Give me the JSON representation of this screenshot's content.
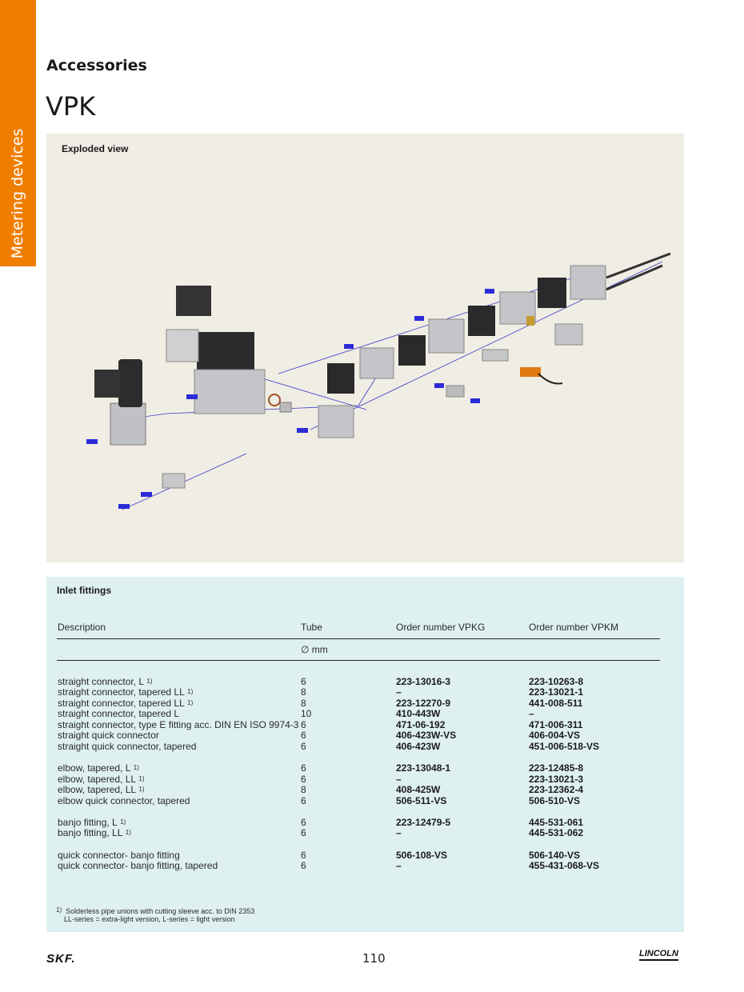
{
  "side_tab": {
    "label": "Metering devices"
  },
  "section": "Accessories",
  "title": "VPK",
  "exploded": {
    "label": "Exploded view"
  },
  "inlet": {
    "label": "Inlet fittings",
    "headers": {
      "description": "Description",
      "tube": "Tube",
      "vpkg": "Order number VPKG",
      "vpkm": "Order number VPKM"
    },
    "tube_unit": "∅ mm",
    "rows": [
      {
        "desc": "straight connector, L",
        "sup": "1)",
        "tube": "6",
        "vpkg": "223-13016-3",
        "vpkm": "223-10263-8"
      },
      {
        "desc": "straight connector, tapered LL",
        "sup": "1)",
        "tube": "8",
        "vpkg": "–",
        "vpkm": "223-13021-1"
      },
      {
        "desc": "straight connector, tapered LL",
        "sup": "1)",
        "tube": "8",
        "vpkg": "223-12270-9",
        "vpkm": "441-008-511"
      },
      {
        "desc": "straight connector, tapered L",
        "sup": "",
        "tube": "10",
        "vpkg": "410-443W",
        "vpkm": "–"
      },
      {
        "desc": "straight connector, type E fitting acc. DIN EN ISO 9974-3",
        "sup": "",
        "tube": "6",
        "vpkg": "471-06-192",
        "vpkm": "471-006-311"
      },
      {
        "desc": "straight quick connector",
        "sup": "",
        "tube": "6",
        "vpkg": "406-423W-VS",
        "vpkm": "406-004-VS"
      },
      {
        "desc": "straight quick connector, tapered",
        "sup": "",
        "tube": "6",
        "vpkg": "406-423W",
        "vpkm": "451-006-518-VS"
      },
      {
        "desc": "elbow, tapered, L",
        "sup": "1)",
        "tube": "6",
        "vpkg": "223-13048-1",
        "vpkm": "223-12485-8"
      },
      {
        "desc": "elbow, tapered, LL",
        "sup": "1)",
        "tube": "6",
        "vpkg": "–",
        "vpkm": "223-13021-3"
      },
      {
        "desc": "elbow, tapered, LL",
        "sup": "1)",
        "tube": "8",
        "vpkg": "408-425W",
        "vpkm": "223-12362-4"
      },
      {
        "desc": "elbow quick connector, tapered",
        "sup": "",
        "tube": "6",
        "vpkg": "506-511-VS",
        "vpkm": "506-510-VS"
      },
      {
        "desc": "banjo fitting, L",
        "sup": "1)",
        "tube": "6",
        "vpkg": "223-12479-5",
        "vpkm": "445-531-061"
      },
      {
        "desc": "banjo fitting, LL",
        "sup": "1)",
        "tube": "6",
        "vpkg": "–",
        "vpkm": "445-531-062"
      },
      {
        "desc": "quick connector- banjo fitting",
        "sup": "",
        "tube": "6",
        "vpkg": "506-108-VS",
        "vpkm": "506-140-VS"
      },
      {
        "desc": "quick connector- banjo fitting, tapered",
        "sup": "",
        "tube": "6",
        "vpkg": "–",
        "vpkm": "455-431-068-VS"
      }
    ],
    "footnote_mark": "1)",
    "footnote_line1": "Solderless pipe unions with cutting sleeve acc. to DIN 2353",
    "footnote_line2": "LL-series = extra-light version, L-series = light version"
  },
  "footer": {
    "brand_left": "SKF.",
    "page_number": "110",
    "brand_right": "LINCOLN"
  }
}
